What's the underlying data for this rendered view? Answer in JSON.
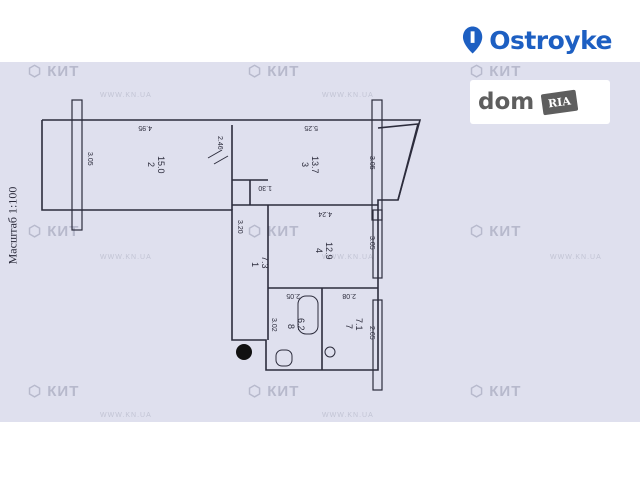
{
  "scale_label": "Масштаб 1:100",
  "brand": {
    "ostroyke": "Ostroyke",
    "dom": "dom",
    "ria": "RIA"
  },
  "watermark": {
    "text": "КИТ",
    "url": "WWW.KN.UA"
  },
  "rooms": [
    {
      "number": "2",
      "area": "15.0"
    },
    {
      "number": "3",
      "area": "13.7"
    },
    {
      "number": "4",
      "area": "12.9"
    },
    {
      "number": "1",
      "area": "7.3"
    },
    {
      "number": "8",
      "area": "6.2"
    },
    {
      "number": "7",
      "area": "7.1"
    }
  ],
  "dimensions": [
    "3.05",
    "4.95",
    "5.25",
    "3.05",
    "1.30",
    "3.20",
    "4.24",
    "3.05",
    "2.05",
    "2.08",
    "3.02",
    "2.65",
    "2.46"
  ],
  "colors": {
    "paper": "#dfe0ee",
    "ink": "#2c2c3c",
    "ostroyke_blue": "#1d5fc2",
    "dom_grey": "#5e5e5e"
  }
}
